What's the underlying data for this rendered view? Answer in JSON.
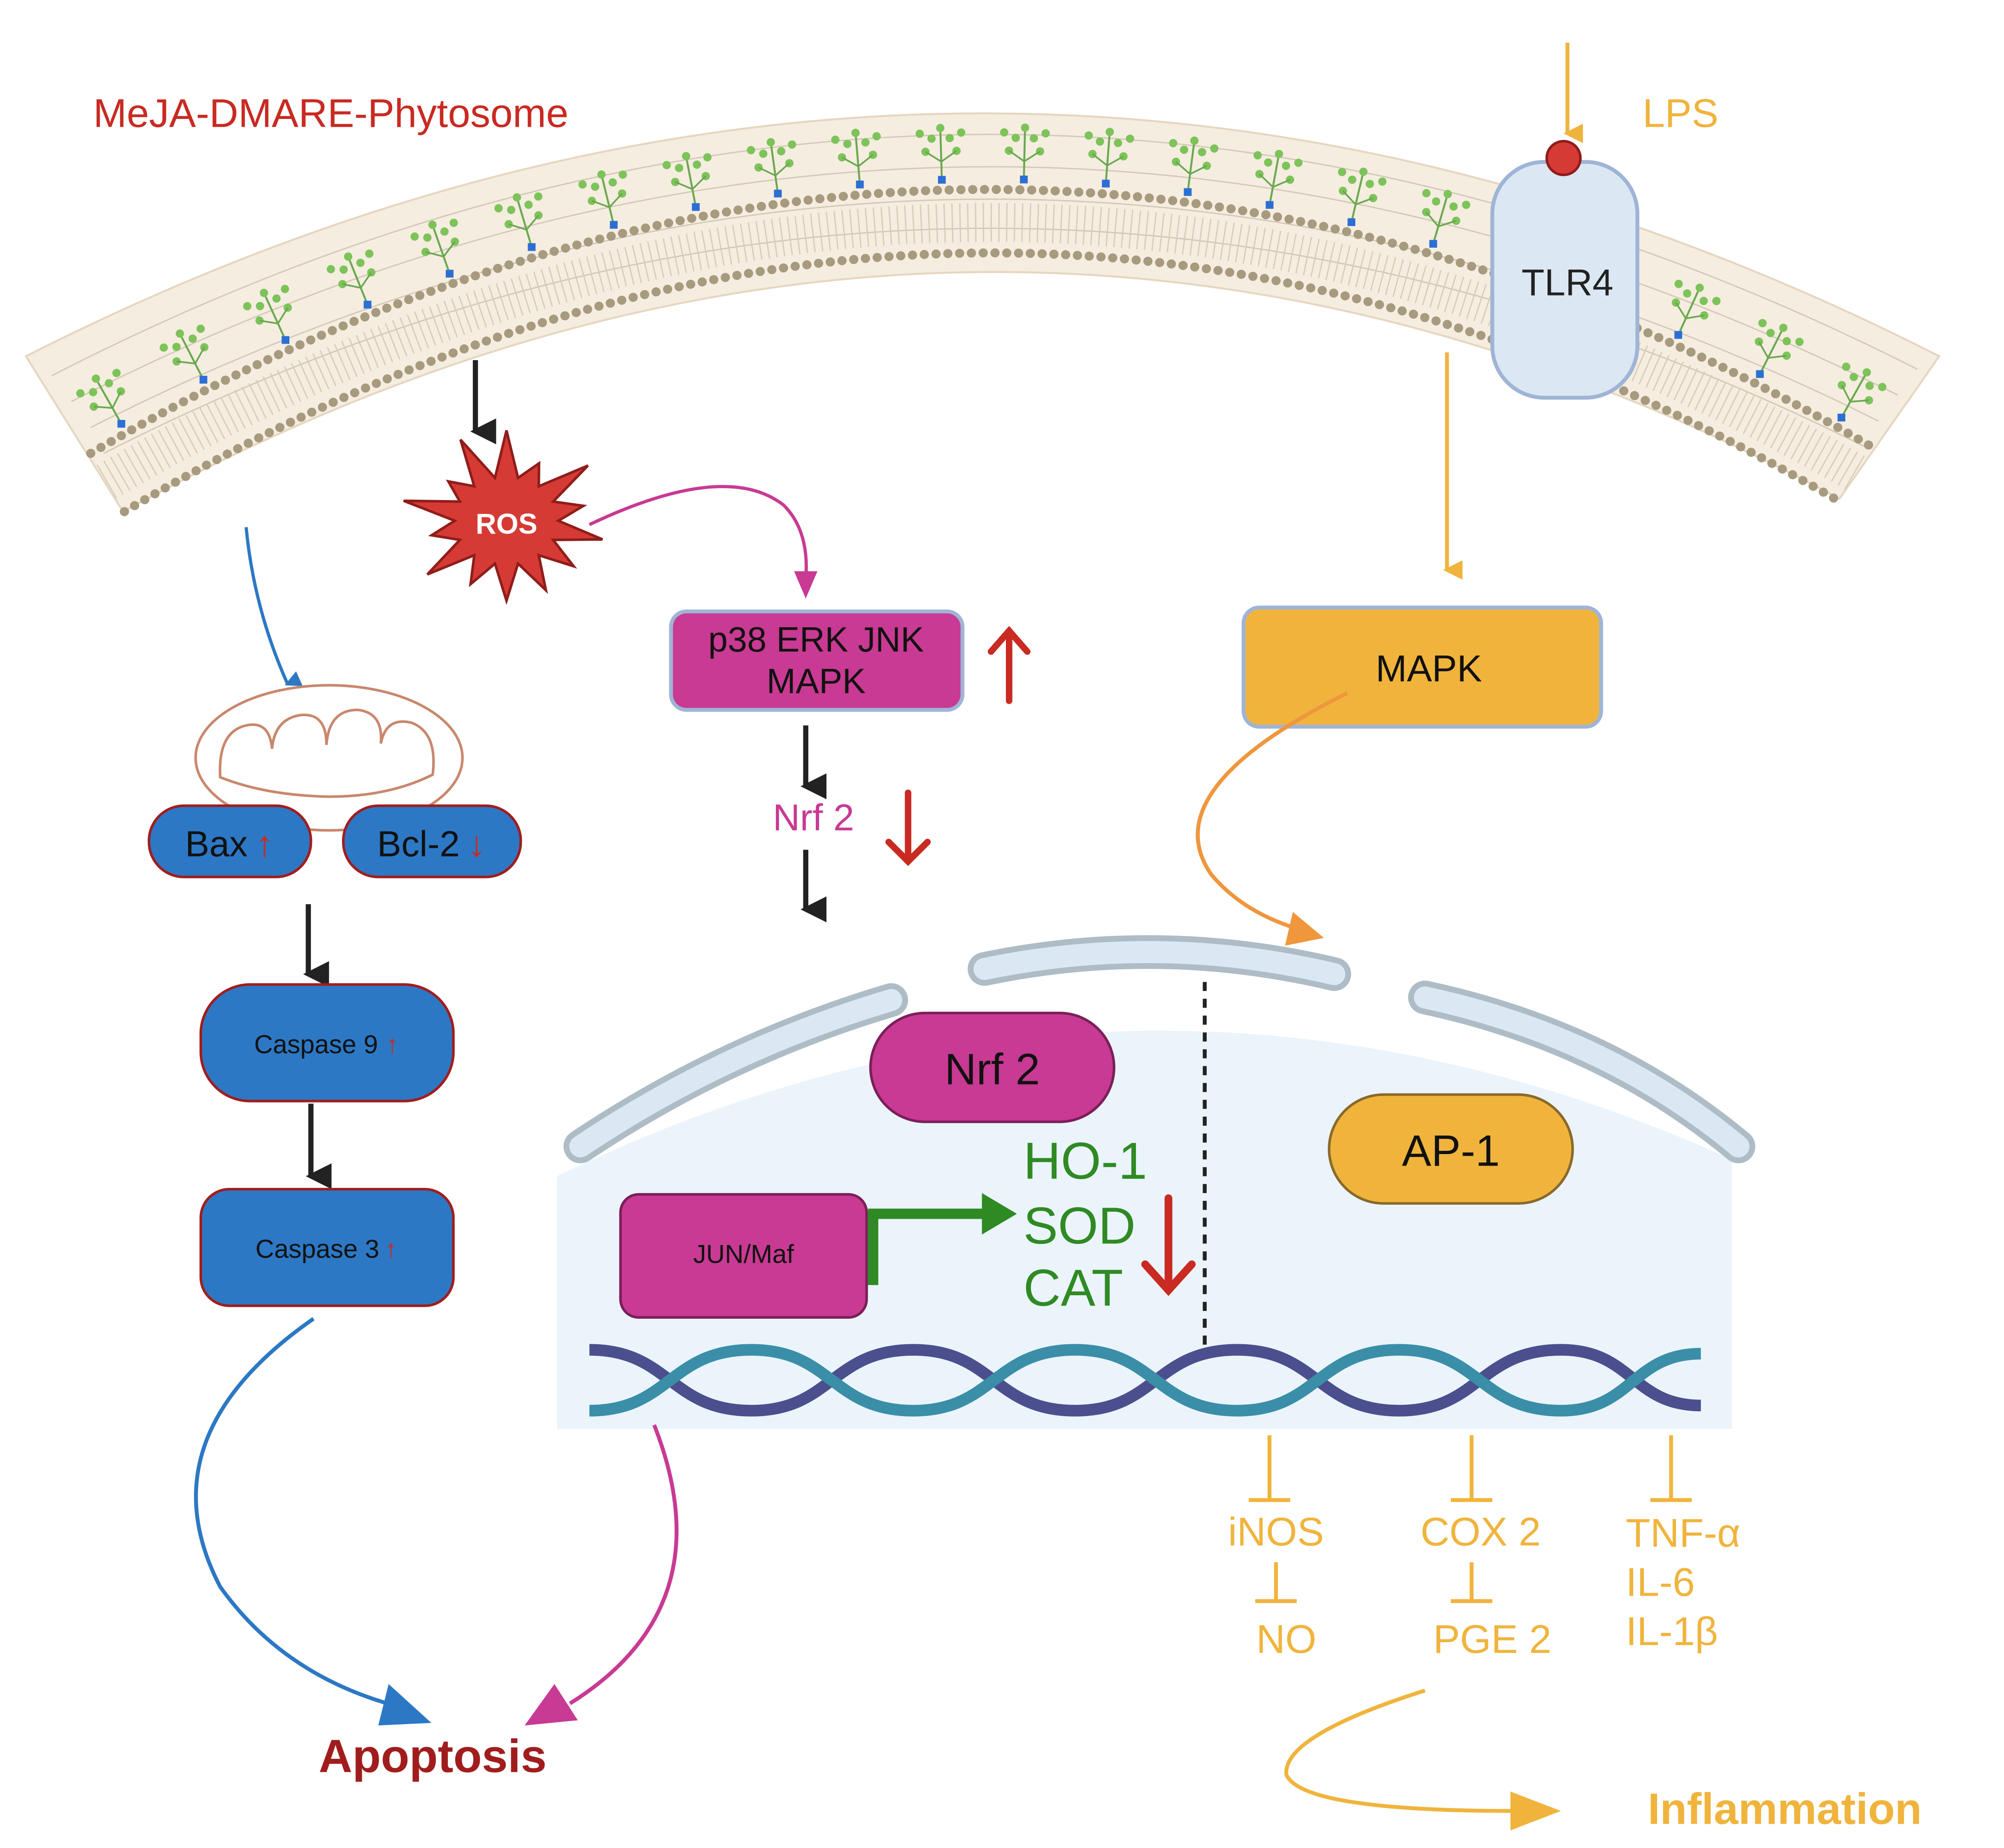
{
  "labels": {
    "phytosome": "MeJA-DMARE-Phytosome",
    "lps": "LPS",
    "tlr4": "TLR4",
    "ros": "ROS",
    "p38_line1": "p38 ERK JNK",
    "p38_line2": "MAPK",
    "mapk": "MAPK",
    "nrf2_cyto": "Nrf 2",
    "bax": "Bax",
    "bcl2": "Bcl-2",
    "caspase9": "Caspase 9",
    "caspase3": "Caspase 3",
    "nrf2_nucleus": "Nrf 2",
    "ap1": "AP-1",
    "jun_maf": "JUN/Maf",
    "ho1": "HO-1",
    "sod": "SOD",
    "cat": "CAT",
    "inos": "iNOS",
    "no": "NO",
    "cox2": "COX 2",
    "pge2": "PGE 2",
    "tnfa": "TNF-α",
    "il6": "IL-6",
    "il1b": "IL-1β",
    "apoptosis": "Apoptosis",
    "inflammation": "Inflammation"
  },
  "symbols": {
    "up": "↑",
    "down": "↓"
  },
  "colors": {
    "magenta": "#c83a93",
    "orange": "#f0b43d",
    "blue": "#2c78c4",
    "red_text": "#c92a22",
    "dark_red": "#a11d1d",
    "green": "#2f8a24",
    "nucleus_bg": "#ebf4fb",
    "envelope": "#dbe8f3",
    "envelope_stroke": "#aebcc6",
    "dna_dark": "#4b4f8d",
    "dna_teal": "#3b8ea8",
    "membrane_fill": "#f5ede0",
    "lipid_head": "#a79a7e"
  }
}
